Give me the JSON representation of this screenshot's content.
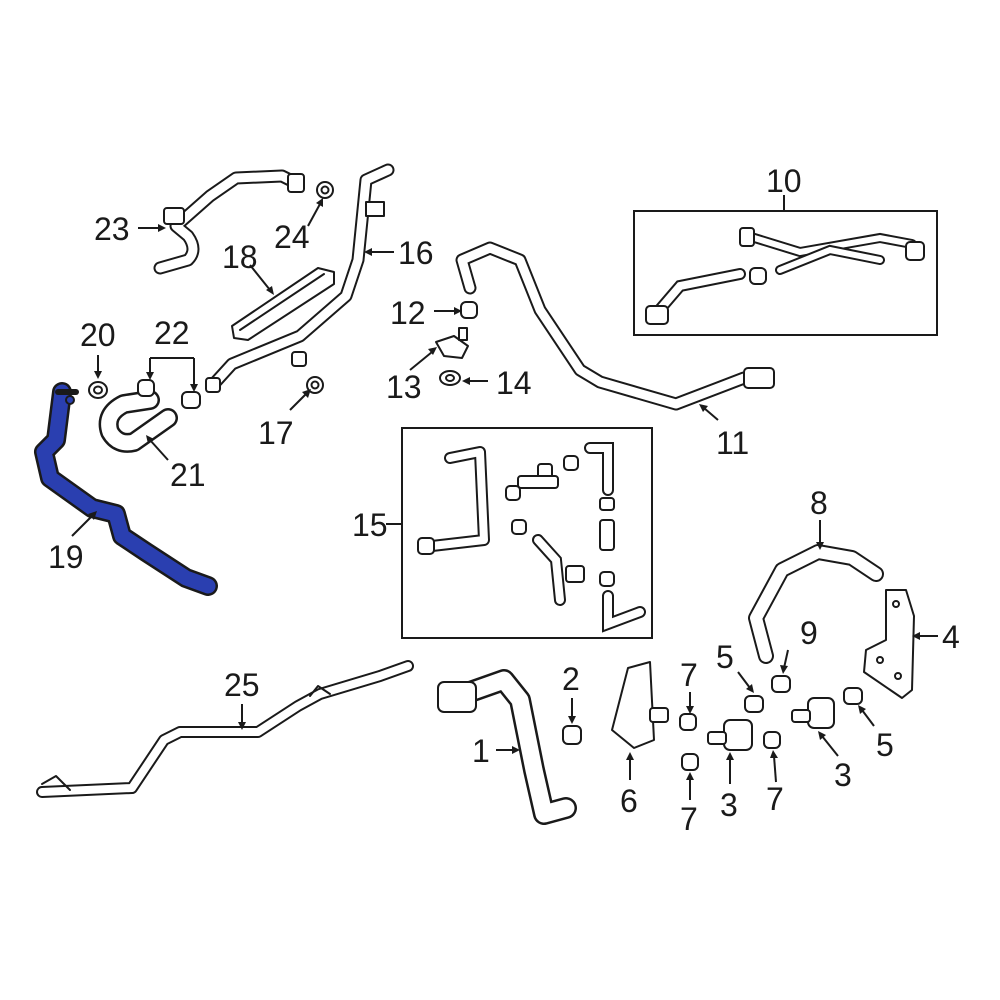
{
  "diagram": {
    "highlight_color": "#2a3fb0",
    "line_color": "#1a1a1a",
    "highlighted_part": "19",
    "callouts": {
      "c1": "1",
      "c2": "2",
      "c3a": "3",
      "c3b": "3",
      "c4": "4",
      "c5a": "5",
      "c5b": "5",
      "c6": "6",
      "c7a": "7",
      "c7b": "7",
      "c7c": "7",
      "c8": "8",
      "c9": "9",
      "c10": "10",
      "c11": "11",
      "c12": "12",
      "c13": "13",
      "c14": "14",
      "c15": "15",
      "c16": "16",
      "c17": "17",
      "c18": "18",
      "c19": "19",
      "c20": "20",
      "c21": "21",
      "c22": "22",
      "c23": "23",
      "c24": "24",
      "c25": "25"
    }
  }
}
